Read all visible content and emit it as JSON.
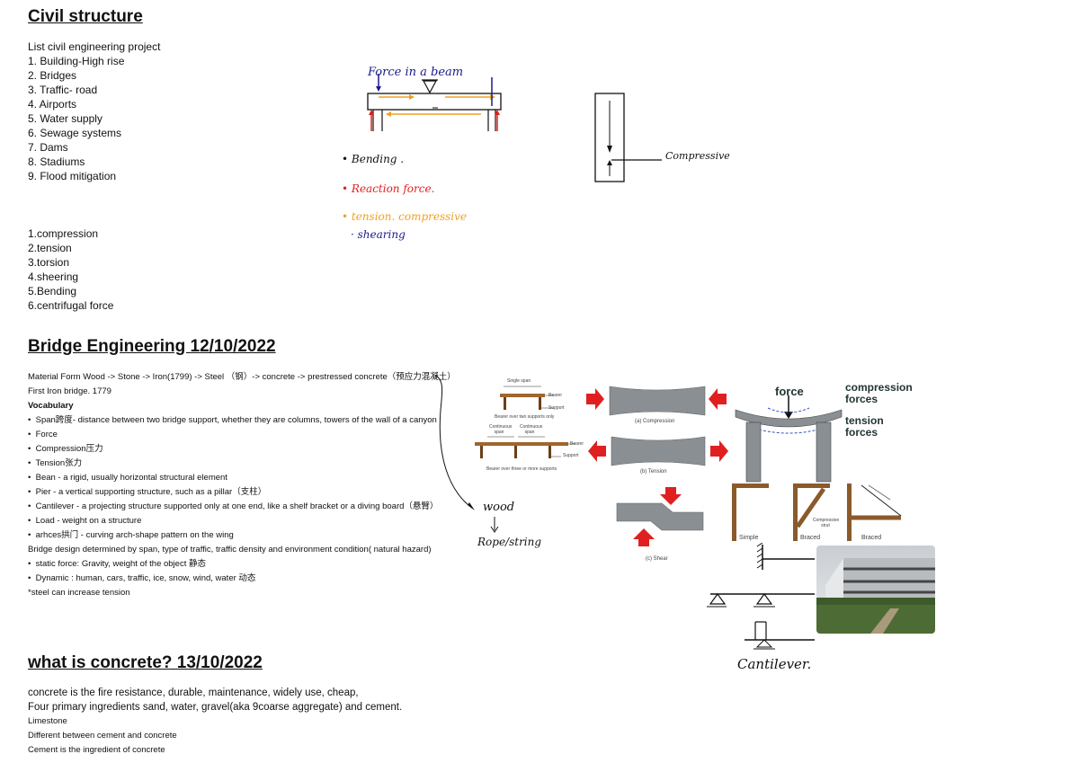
{
  "civil": {
    "title": "Civil structure",
    "list_heading": "List civil engineering project",
    "projects": [
      "1.  Building-High rise",
      "2.  Bridges",
      "3.  Traffic- road",
      "4.  Airports",
      "5.  Water supply",
      "6.  Sewage systems",
      "7.  Dams",
      "8.  Stadiums",
      "9.  Flood mitigation"
    ],
    "forces": [
      "1.compression",
      "2.tension",
      "3.torsion",
      "4.sheering",
      "5.Bending",
      "6.centrifugal force"
    ]
  },
  "beam_notes": {
    "title": "Force in a beam",
    "bullets": [
      "Bending .",
      "Reaction force.",
      "tension. compressive",
      "shearing"
    ],
    "compressive_label": "Compressive"
  },
  "bridge": {
    "title": "Bridge Engineering 12/10/2022",
    "material_line": "Material Form Wood -> Stone -> Iron(1799) -> Steel （钢）-> concrete -> prestressed concrete（预应力混凝土）",
    "first_iron": "First Iron bridge. 1779",
    "vocab_heading": "Vocabulary",
    "vocab": [
      "Span跨度- distance between two bridge support, whether they are columns, towers of the wall of a canyon",
      "Force",
      "Compression压力",
      "Tension张力",
      "Bean - a rigid, usually horizontal structural element",
      "Pier - a vertical supporting structure, such as a pillar（支柱）",
      "Cantilever -  a projecting structure supported  only at one end, like a shelf bracket or a diving board（悬臂）",
      "Load - weight on a structure",
      "arhces拱门 -  curving arch-shape pattern on the wing"
    ],
    "design_line": "Bridge design determined by span, type of traffic, traffic density and environment condition( natural hazard)",
    "loads": [
      "static force: Gravity, weight of the object 静态",
      "Dynamic : human, cars, traffic, ice, snow, wind, water 动态"
    ],
    "steel_note": "*steel can increase tension",
    "hand_wood": "wood",
    "hand_rope": "Rope/string"
  },
  "diagram_labels": {
    "single_span": "Single span",
    "bearer": "Bearer",
    "support": "Support",
    "bearer_two": "Bearer over two supports only",
    "continuous_span": "Continuous span",
    "bearer_three": "Bearer over three or more supports",
    "compression_cap": "(a) Compression",
    "tension_cap": "(b) Tension",
    "shear_cap": "(c) Shear",
    "force": "force",
    "compression_forces": "compression forces",
    "tension_forces": "tension forces",
    "simple": "Simple",
    "braced": "Braced",
    "compressive_strut": "Compressive strut",
    "cantilever_hand": "Cantilever."
  },
  "concrete": {
    "title": "what is concrete? 13/10/2022",
    "line1": "concrete is the fire resistance, durable, maintenance, widely use, cheap,",
    "line2": "Four primary ingredients sand, water, gravel(aka 9coarse aggregate) and cement.",
    "line3": "Limestone",
    "line4": "Different between cement and concrete",
    "line5": "Cement is the ingredient of concrete"
  },
  "colors": {
    "orange": "#f0a020",
    "red": "#e02020",
    "navy": "#1a1a8c",
    "text": "#111111",
    "grey_block": "#8a8f94",
    "wood": "#8b5a2b"
  }
}
